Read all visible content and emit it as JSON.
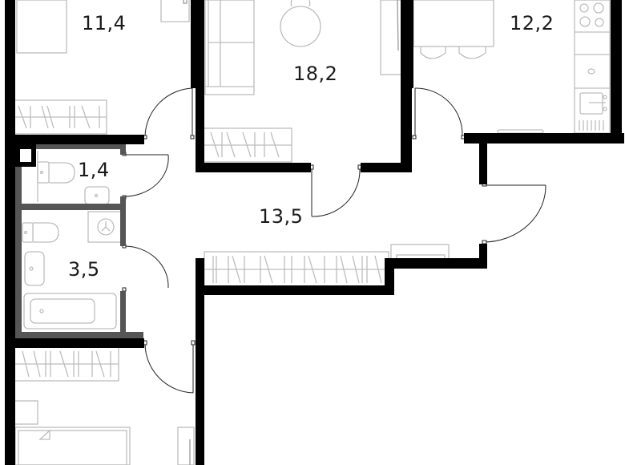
{
  "plan": {
    "wall_color": "#000000",
    "bathroom_wall_color": "#555555",
    "furniture_color": "#bdbdbd",
    "rooms": [
      {
        "id": "bedroom-top",
        "name": "Bedroom",
        "area": "11,4"
      },
      {
        "id": "living-room",
        "name": "Living room",
        "area": "18,2"
      },
      {
        "id": "kitchen",
        "name": "Kitchen",
        "area": "12,2"
      },
      {
        "id": "toilet",
        "name": "Toilet",
        "area": "1,4"
      },
      {
        "id": "hallway",
        "name": "Hallway",
        "area": "13,5"
      },
      {
        "id": "bathroom",
        "name": "Bathroom",
        "area": "3,5"
      },
      {
        "id": "bedroom-bottom",
        "name": "Bedroom",
        "area": ""
      }
    ]
  }
}
